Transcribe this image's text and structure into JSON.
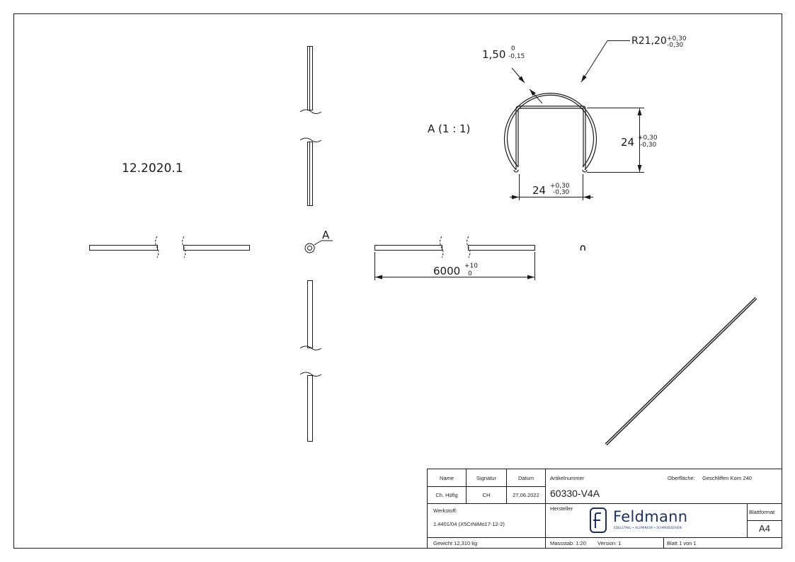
{
  "part_code": "12.2020.1",
  "dimensions": {
    "wall": {
      "nominal": "1,50",
      "upper": "0",
      "lower": "-0,15"
    },
    "radius": {
      "nominal": "R21,20",
      "upper": "+0,30",
      "lower": "-0,30"
    },
    "height": {
      "nominal": "24",
      "upper": "+0,30",
      "lower": "-0,30"
    },
    "width": {
      "nominal": "24",
      "upper": "+0,30",
      "lower": "-0,30"
    },
    "length": {
      "nominal": "6000",
      "upper": "+10",
      "lower": "0"
    }
  },
  "detail": {
    "marker": "A",
    "label": "A (1 : 1)"
  },
  "title_block": {
    "name_label": "Name",
    "signature_label": "Signatur",
    "date_label": "Datum",
    "name_value": "Ch. Höfig",
    "signature_value": "CH",
    "date_value": "27.06.2022",
    "article_label": "Artikelnummer",
    "article_value": "60330-V4A",
    "surface_label": "Oberfläche:",
    "surface_value": "Geschliffen Korn 240",
    "material_label": "Werkstoff:",
    "material_value": "1.4401/04 (X5CrNiMo17-12-2)",
    "manufacturer_label": "Hersteller",
    "company_name": "Feldmann",
    "company_tagline": "EDELSTAHL • ALUMINIUM • SCHMIEDEEISEN",
    "sheet_format_label": "Blattformat",
    "sheet_format_value": "A4",
    "weight": "Gewicht 12,310 kg",
    "scale": "Massstab: 1:20",
    "version": "Version: 1",
    "sheet_count": "Blatt 1 von 1"
  },
  "colors": {
    "line": "#1a1a1a",
    "logo": "#1d2f5f"
  }
}
